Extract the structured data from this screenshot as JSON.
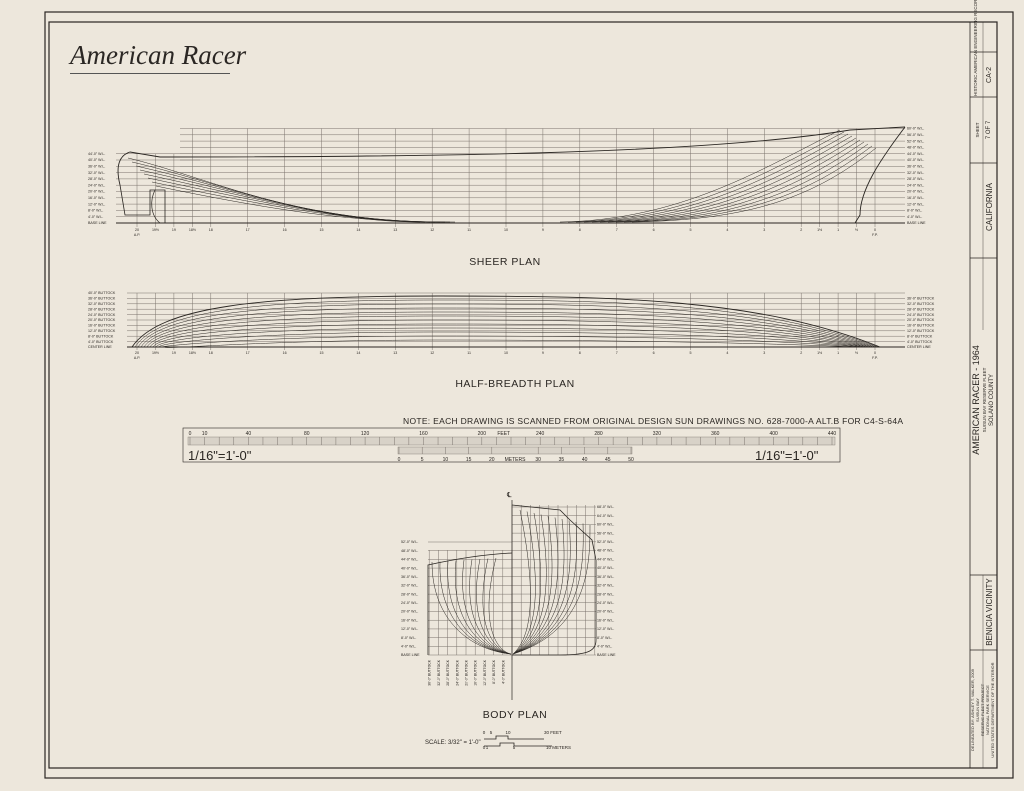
{
  "title": "American Racer",
  "sheer_plan": {
    "caption": "SHEER PLAN",
    "left_waterlines": [
      "44'-0\" W.L.",
      "40'-0\" W.L.",
      "36'-0\" W.L.",
      "32'-0\" W.L.",
      "28'-0\" W.L.",
      "24'-0\" W.L.",
      "20'-0\" W.L.",
      "16'-0\" W.L.",
      "12'-0\" W.L.",
      "8'-0\" W.L.",
      "4'-0\" W.L.",
      "BASE LINE"
    ],
    "right_waterlines": [
      "60'-0\" W.L.",
      "56'-0\" W.L.",
      "52'-0\" W.L.",
      "48'-0\" W.L.",
      "44'-0\" W.L.",
      "40'-0\" W.L.",
      "36'-0\" W.L.",
      "32'-0\" W.L.",
      "28'-0\" W.L.",
      "24'-0\" W.L.",
      "20'-0\" W.L.",
      "16'-0\" W.L.",
      "12'-0\" W.L.",
      "8'-0\" W.L.",
      "4'-0\" W.L.",
      "BASE LINE"
    ],
    "stations": [
      "20",
      "19½",
      "19",
      "18½",
      "18",
      "17",
      "16",
      "15",
      "14",
      "13",
      "12",
      "11",
      "10",
      "9",
      "8",
      "7",
      "6",
      "5",
      "4",
      "3",
      "2",
      "1½",
      "1",
      "½",
      "0"
    ],
    "aft_perpendicular": "A.P.",
    "forward_perpendicular": "F.P."
  },
  "half_breadth_plan": {
    "caption": "HALF-BREADTH PLAN",
    "left_buttocks": [
      "40'-0\" BUTTOCK",
      "36'-0\" BUTTOCK",
      "32'-0\" BUTTOCK",
      "28'-0\" BUTTOCK",
      "24'-0\" BUTTOCK",
      "20'-0\" BUTTOCK",
      "16'-0\" BUTTOCK",
      "12'-0\" BUTTOCK",
      "8'-0\" BUTTOCK",
      "4'-0\" BUTTOCK",
      "CENTER LINE"
    ],
    "right_buttocks": [
      "36'-0\" BUTTOCK",
      "32'-0\" BUTTOCK",
      "28'-0\" BUTTOCK",
      "24'-0\" BUTTOCK",
      "20'-0\" BUTTOCK",
      "16'-0\" BUTTOCK",
      "12'-0\" BUTTOCK",
      "8'-0\" BUTTOCK",
      "4'-0\" BUTTOCK",
      "CENTER LINE"
    ]
  },
  "note": "NOTE:  EACH DRAWING IS SCANNED FROM ORIGINAL DESIGN  SUN DRAWINGS NO. 628-7000-A ALT.B FOR C4-S-64A",
  "scale_bar": {
    "feet_ticks": [
      "0",
      "10",
      "40",
      "80",
      "120",
      "160",
      "200",
      "240",
      "280",
      "320",
      "360",
      "400",
      "440"
    ],
    "feet_label": "FEET",
    "meter_ticks": [
      "0",
      "5",
      "10",
      "15",
      "20",
      "30",
      "35",
      "40",
      "45",
      "50"
    ],
    "meters_label": "METERS",
    "scale_left": "1/16\"=1'-0\"",
    "scale_right": "1/16\"=1'-0\""
  },
  "body_plan": {
    "caption": "BODY PLAN",
    "centerline_mark": "℄",
    "left_waterlines": [
      "52'-0\" W.L.",
      "48'-0\" W.L.",
      "44'-0\" W.L.",
      "40'-0\" W.L.",
      "36'-0\" W.L.",
      "32'-0\" W.L.",
      "28'-0\" W.L.",
      "24'-0\" W.L.",
      "20'-0\" W.L.",
      "16'-0\" W.L.",
      "12'-0\" W.L.",
      "8'-0\" W.L.",
      "4'-0\" W.L.",
      "BASE LINE"
    ],
    "right_waterlines": [
      "68'-0\" W.L.",
      "64'-0\" W.L.",
      "60'-0\" W.L.",
      "56'-0\" W.L.",
      "52'-0\" W.L.",
      "48'-0\" W.L.",
      "44'-0\" W.L.",
      "40'-0\" W.L.",
      "36'-0\" W.L.",
      "32'-0\" W.L.",
      "28'-0\" W.L.",
      "24'-0\" W.L.",
      "20'-0\" W.L.",
      "16'-0\" W.L.",
      "12'-0\" W.L.",
      "8'-0\" W.L.",
      "4'-0\" W.L.",
      "BASE LINE"
    ],
    "buttocks": [
      "36'-0\" BUTTOCK",
      "32'-0\" BUTTOCK",
      "28'-0\" BUTTOCK",
      "24'-0\" BUTTOCK",
      "20'-0\" BUTTOCK",
      "16'-0\" BUTTOCK",
      "12'-0\" BUTTOCK",
      "8'-0\" BUTTOCK",
      "4'-0\" BUTTOCK"
    ],
    "scale_label": "SCALE: 3/32\" = 1'-0\"",
    "feet_ticks": [
      "0",
      "5",
      "10",
      "30 FEET"
    ],
    "meter_ticks": [
      "0",
      "1",
      "5",
      "10 METERS"
    ]
  },
  "title_block": {
    "record": "HISTORIC AMERICAN ENGINEERING RECORD",
    "record_number": "CA-2",
    "sheet_label": "SHEET",
    "sheet": "7 OF 7",
    "state": "CALIFORNIA",
    "vessel": "AMERICAN RACER - 1964",
    "location": "SUISUN BAY RESERVE FLEET",
    "county": "SOLANO COUNTY",
    "vicinity": "BENICIA VICINITY",
    "agency_lines": [
      "SUISUN BAY",
      "RESERVE FLEET PROJECT",
      "NATIONAL PARK SERVICE",
      "UNITED STATES DEPARTMENT OF THE INTERIOR"
    ],
    "delineated_by": "DELINEATED BY: ASHLEY T. WALKER, 2009"
  },
  "colors": {
    "paper": "#ede7dc",
    "ink": "#2a2622",
    "grid": "#6d6660"
  }
}
